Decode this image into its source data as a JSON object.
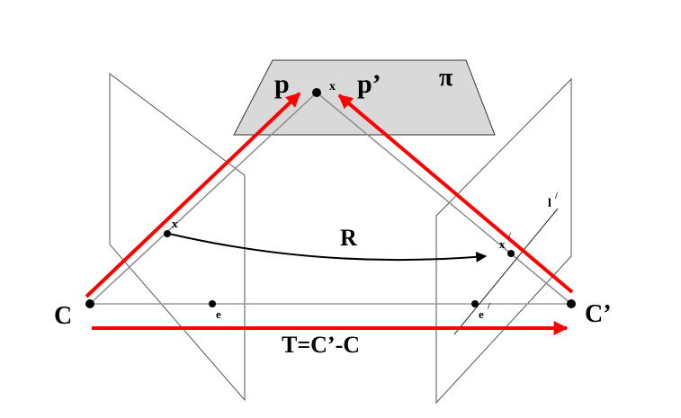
{
  "labels": {
    "point_p": "p",
    "point_x_world": "x",
    "point_p_prime": "p’",
    "plane_pi": "π",
    "rotation": "R",
    "image_point_left": "x",
    "image_point_right": "x",
    "image_point_right_prime": "/",
    "epiline": "l",
    "epiline_prime": "/",
    "camera_center_left": "C",
    "camera_center_right": "C’",
    "epipole_left": "e",
    "epipole_right": "e",
    "epipole_right_prime": "/",
    "translation": "T=C’-C"
  },
  "colors": {
    "ray": "#ff0000",
    "plane_fill": "#d9d9d9",
    "outline": "#333333",
    "baseline": "#999999",
    "projection_ray": "#8c8c8c"
  }
}
